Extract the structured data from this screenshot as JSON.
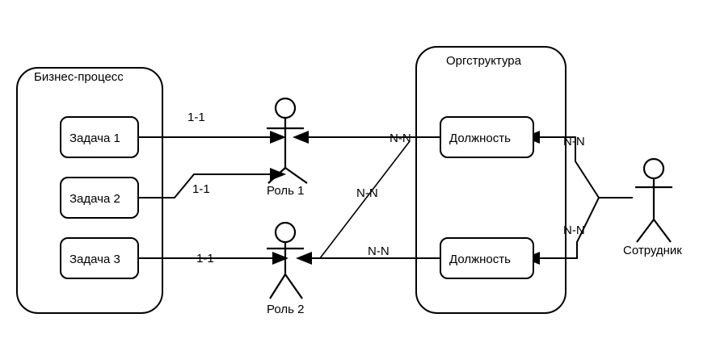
{
  "diagram": {
    "type": "entity-relationship-actor-diagram",
    "background_color": "#ffffff",
    "stroke_color": "#000000",
    "containers": [
      {
        "id": "business-process",
        "title": "Бизнес-процесс"
      },
      {
        "id": "org-structure",
        "title": "Оргструктура"
      }
    ],
    "entities": [
      {
        "id": "task-1",
        "label": "Задача 1"
      },
      {
        "id": "task-2",
        "label": "Задача 2"
      },
      {
        "id": "task-3",
        "label": "Задача 3"
      },
      {
        "id": "position-1",
        "label": "Должность"
      },
      {
        "id": "position-2",
        "label": "Должность"
      }
    ],
    "actors": [
      {
        "id": "role-1",
        "label": "Роль 1"
      },
      {
        "id": "role-2",
        "label": "Роль 2"
      },
      {
        "id": "employee",
        "label": "Сотрудник"
      }
    ],
    "edge_labels": {
      "task1_role1": "1-1",
      "task2_role1": "1-1",
      "task3_role2": "1-1",
      "position1_role1": "N-N",
      "position1_role2": "N-N",
      "position2_role2": "N-N",
      "employee_position1": "N-N",
      "employee_position2": "N-N"
    }
  }
}
